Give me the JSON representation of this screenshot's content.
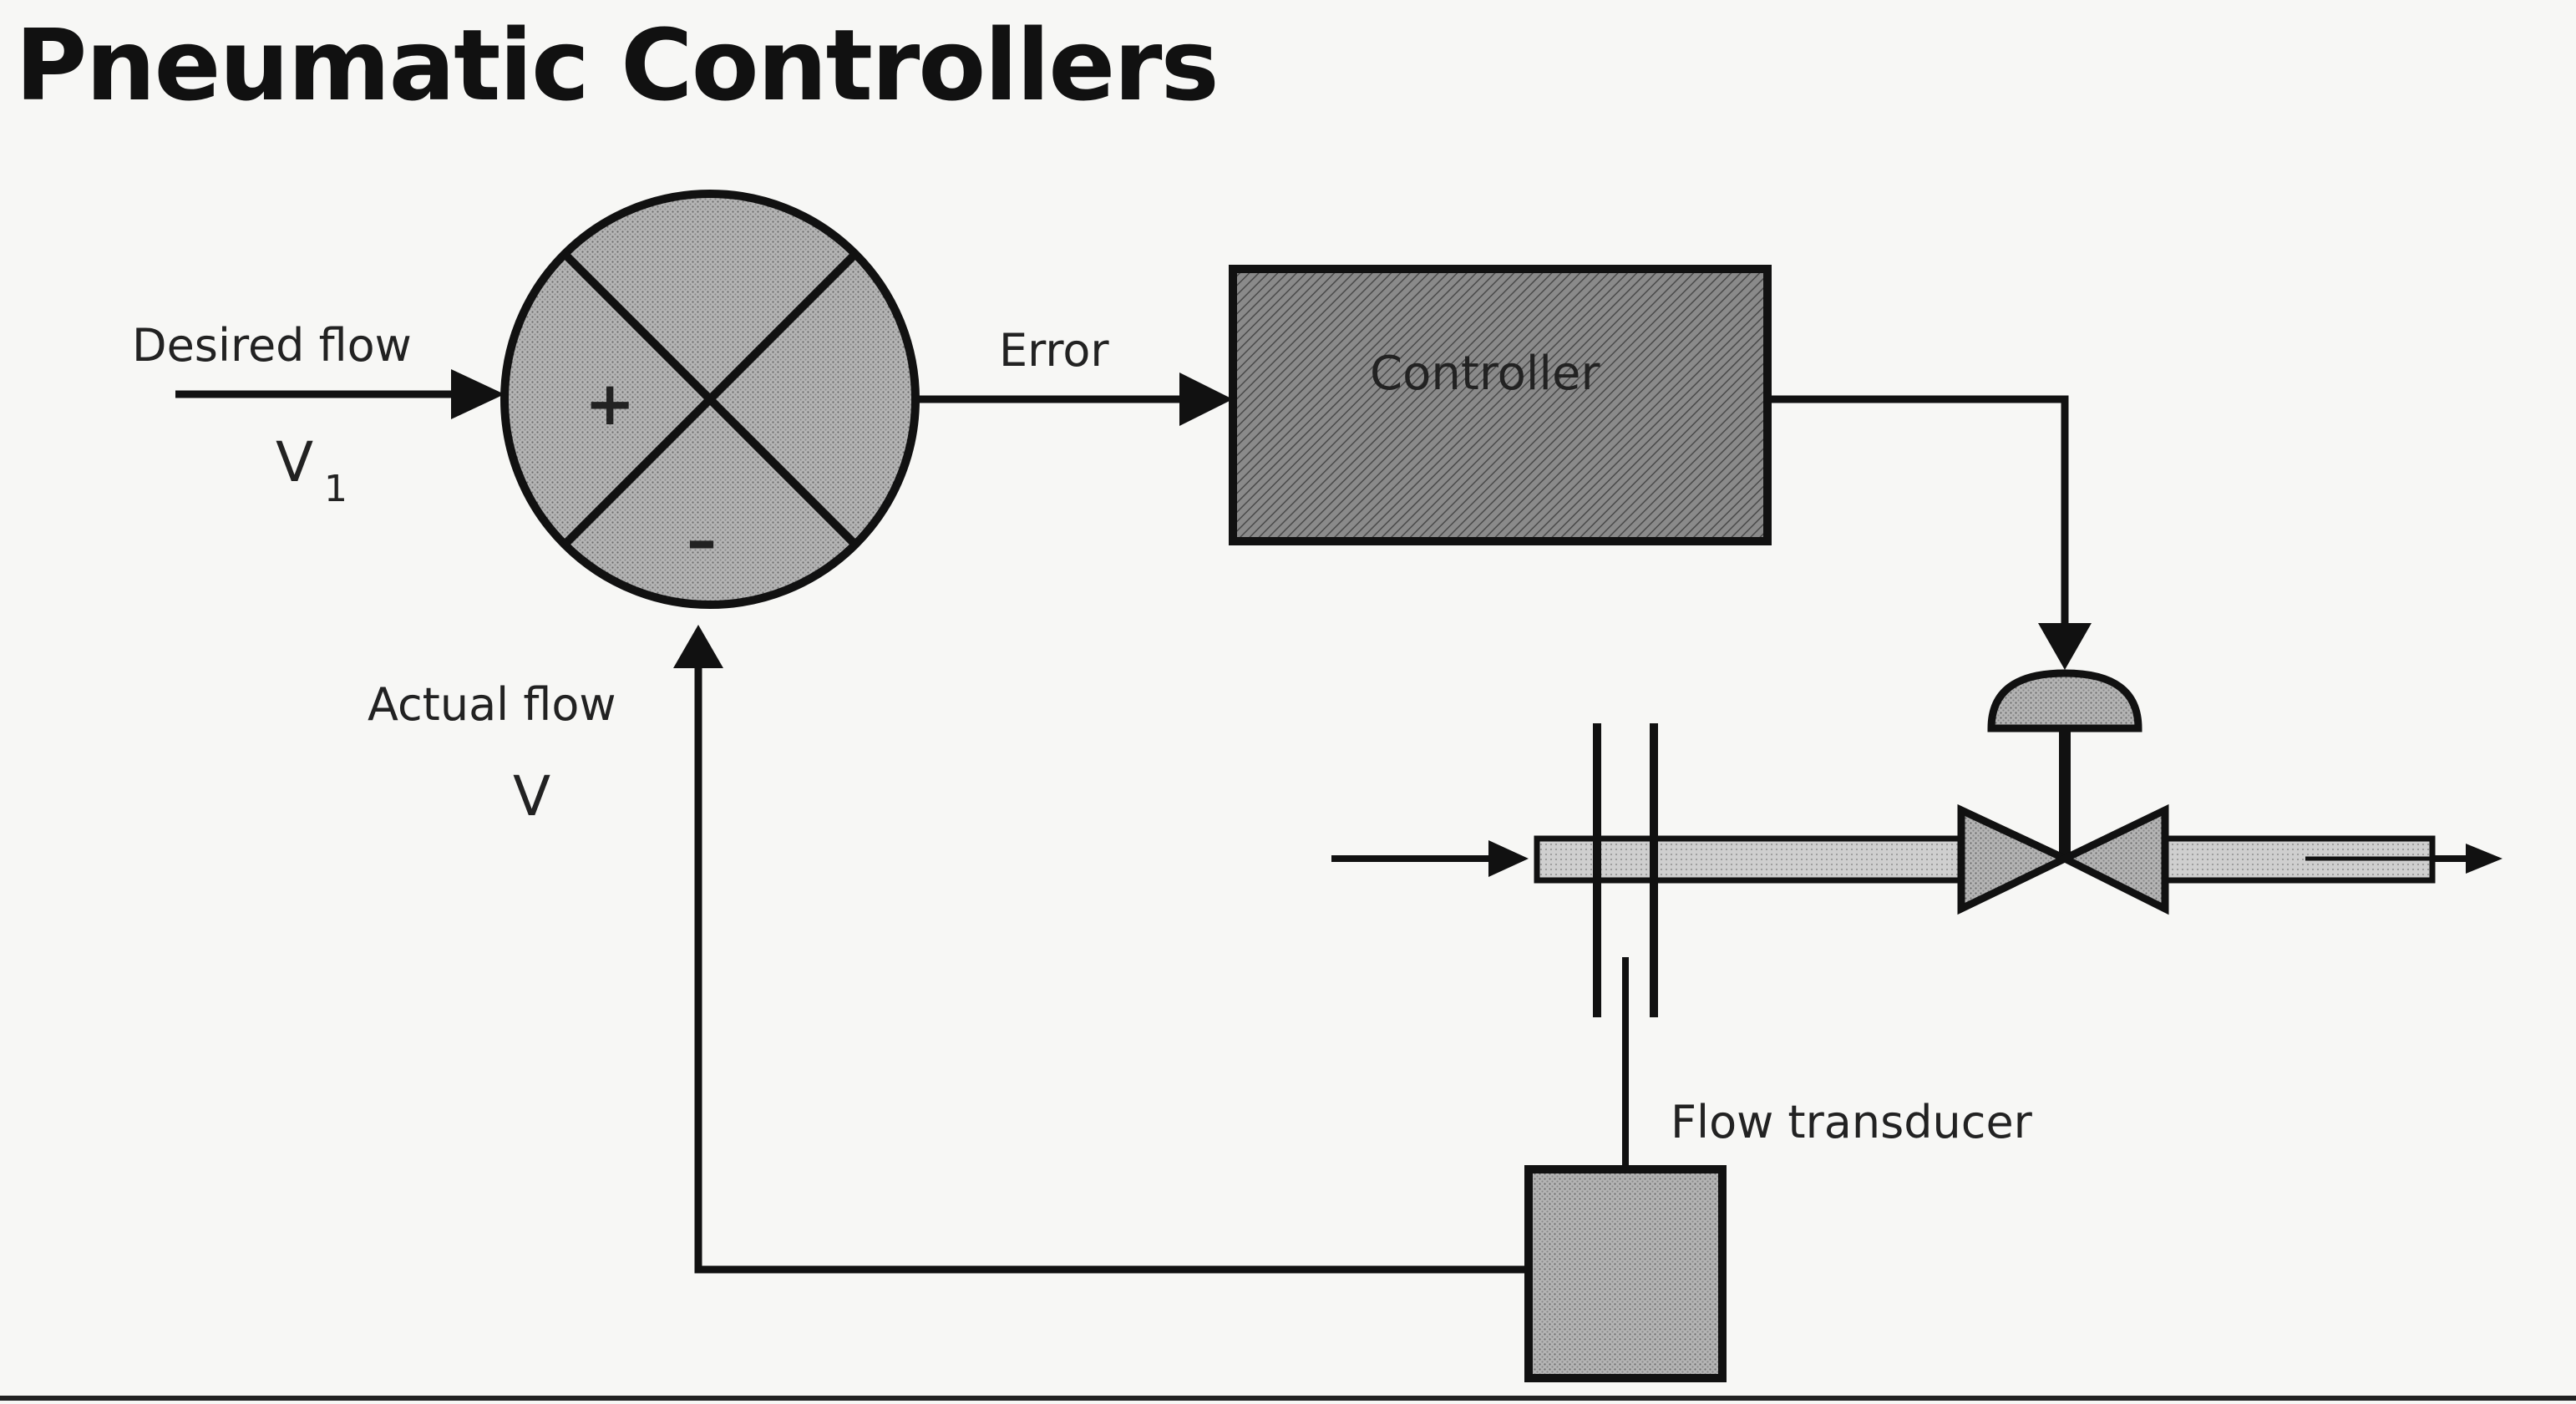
{
  "title": "Pneumatic Controllers",
  "labels": {
    "desired_flow": "Desired flow",
    "desired_symbol": "V",
    "desired_subscript": "1",
    "error": "Error",
    "controller": "Controller",
    "actual_flow": "Actual flow",
    "actual_symbol": "V",
    "plus": "+",
    "minus": "–",
    "flow_transducer": "Flow transducer"
  },
  "colors": {
    "line": "#111111",
    "block_fill": "#8e8e8e",
    "junction_fill": "#b8b8b8",
    "pipe_fill": "#c4c4c4",
    "background": "#f7f7f5"
  }
}
